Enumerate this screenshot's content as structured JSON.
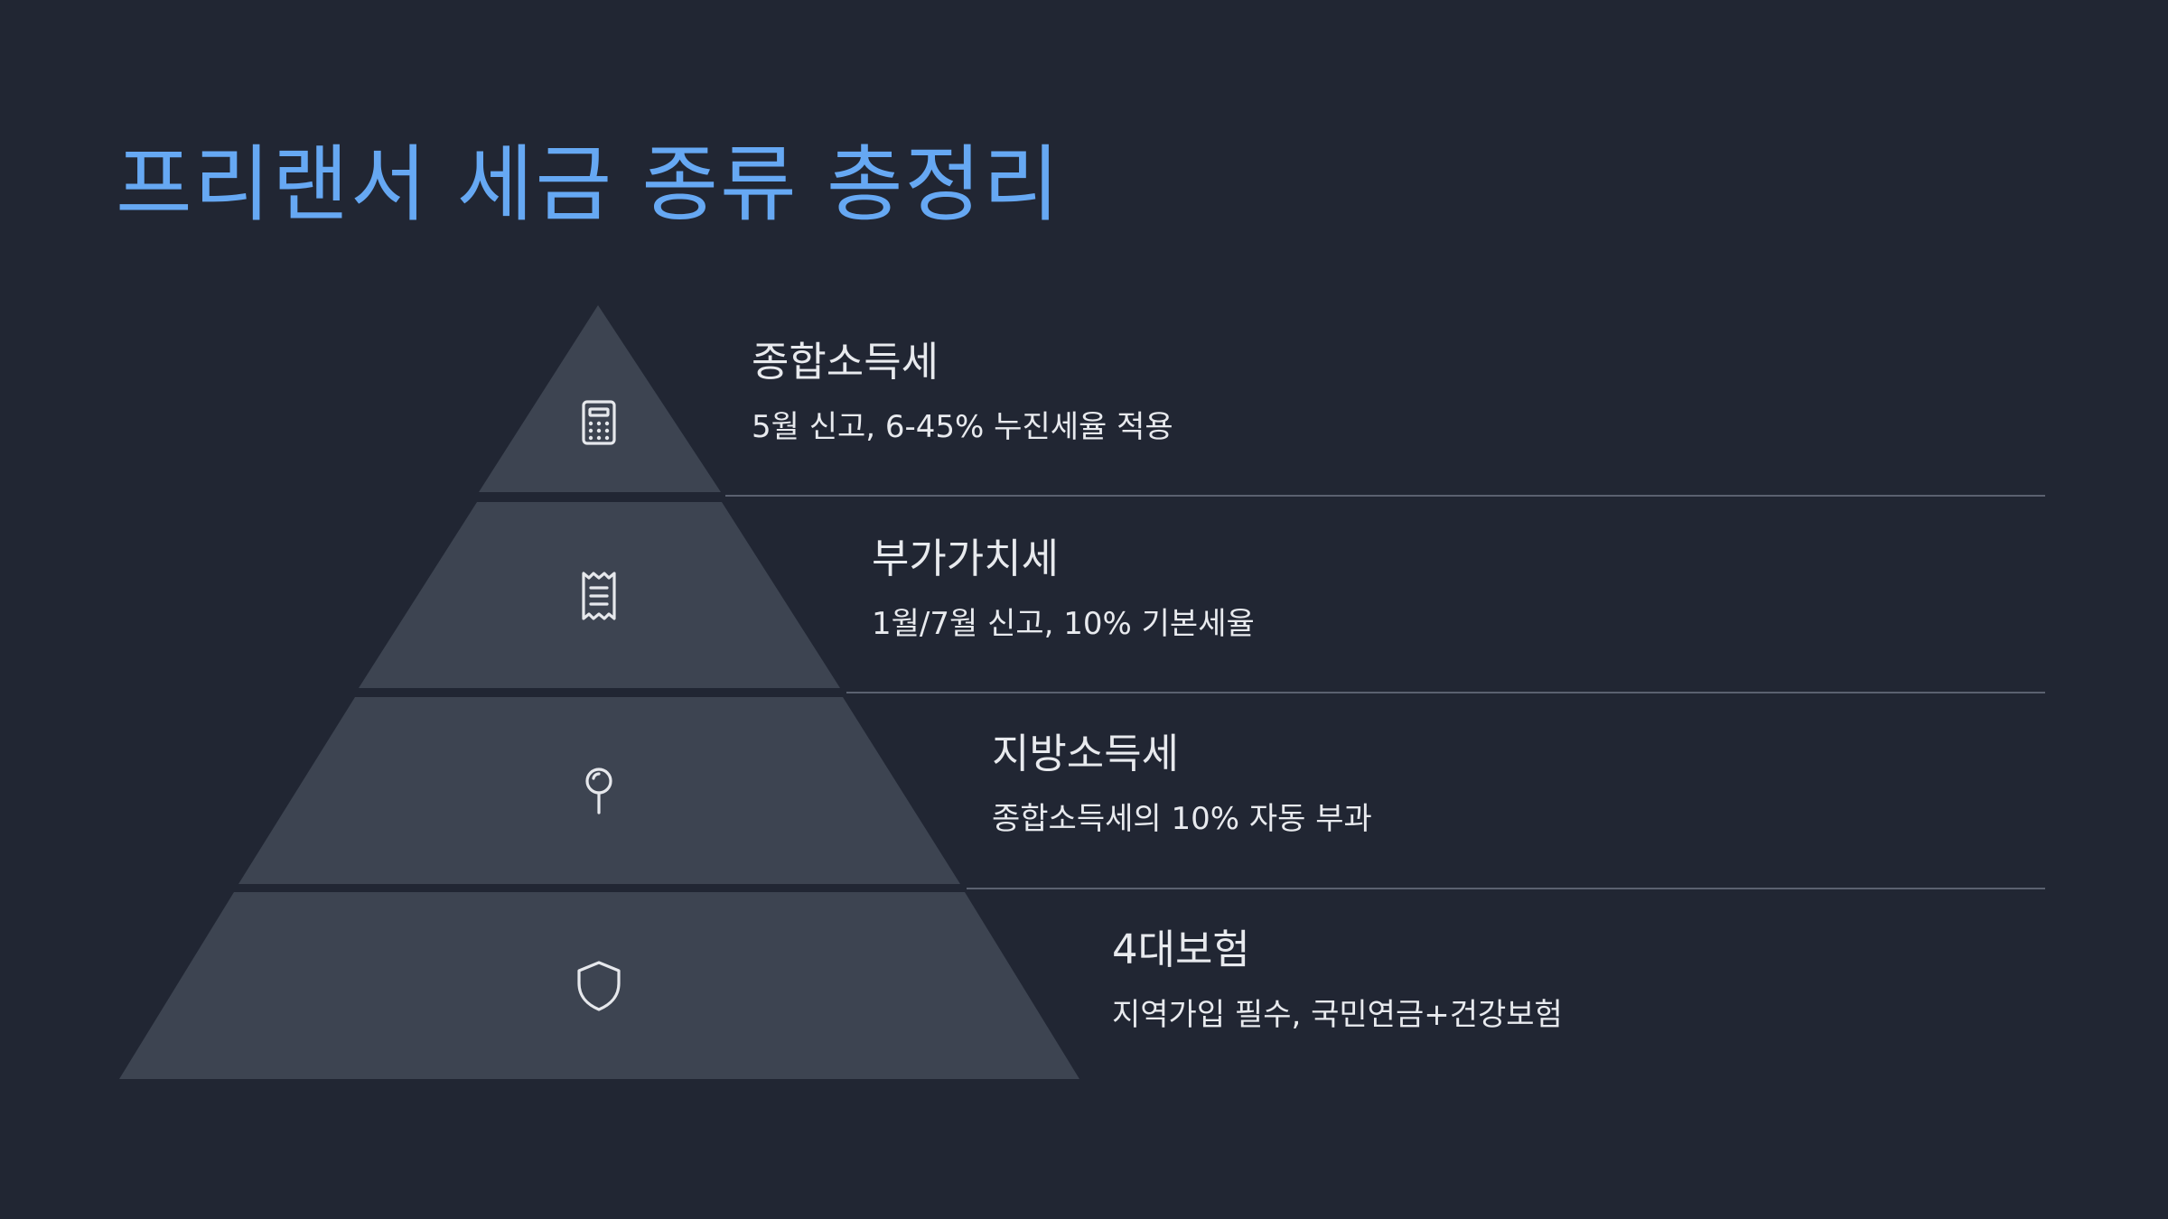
{
  "title": "프리랜서 세금 종류 총정리",
  "colors": {
    "background": "#212633",
    "title": "#66a8f3",
    "tier_fill": "#3d4451",
    "text": "#e8eaee",
    "icon": "#e6e8ec",
    "divider": "#5b6170"
  },
  "tiers": [
    {
      "name": "종합소득세",
      "description": "5월 신고, 6-45% 누진세율 적용",
      "icon": "calculator-icon"
    },
    {
      "name": "부가가치세",
      "description": "1월/7월 신고, 10% 기본세율",
      "icon": "receipt-icon"
    },
    {
      "name": "지방소득세",
      "description": "종합소득세의 10% 자동 부과",
      "icon": "map-pin-icon"
    },
    {
      "name": "4대보험",
      "description": "지역가입 필수, 국민연금+건강보험",
      "icon": "shield-icon"
    }
  ]
}
